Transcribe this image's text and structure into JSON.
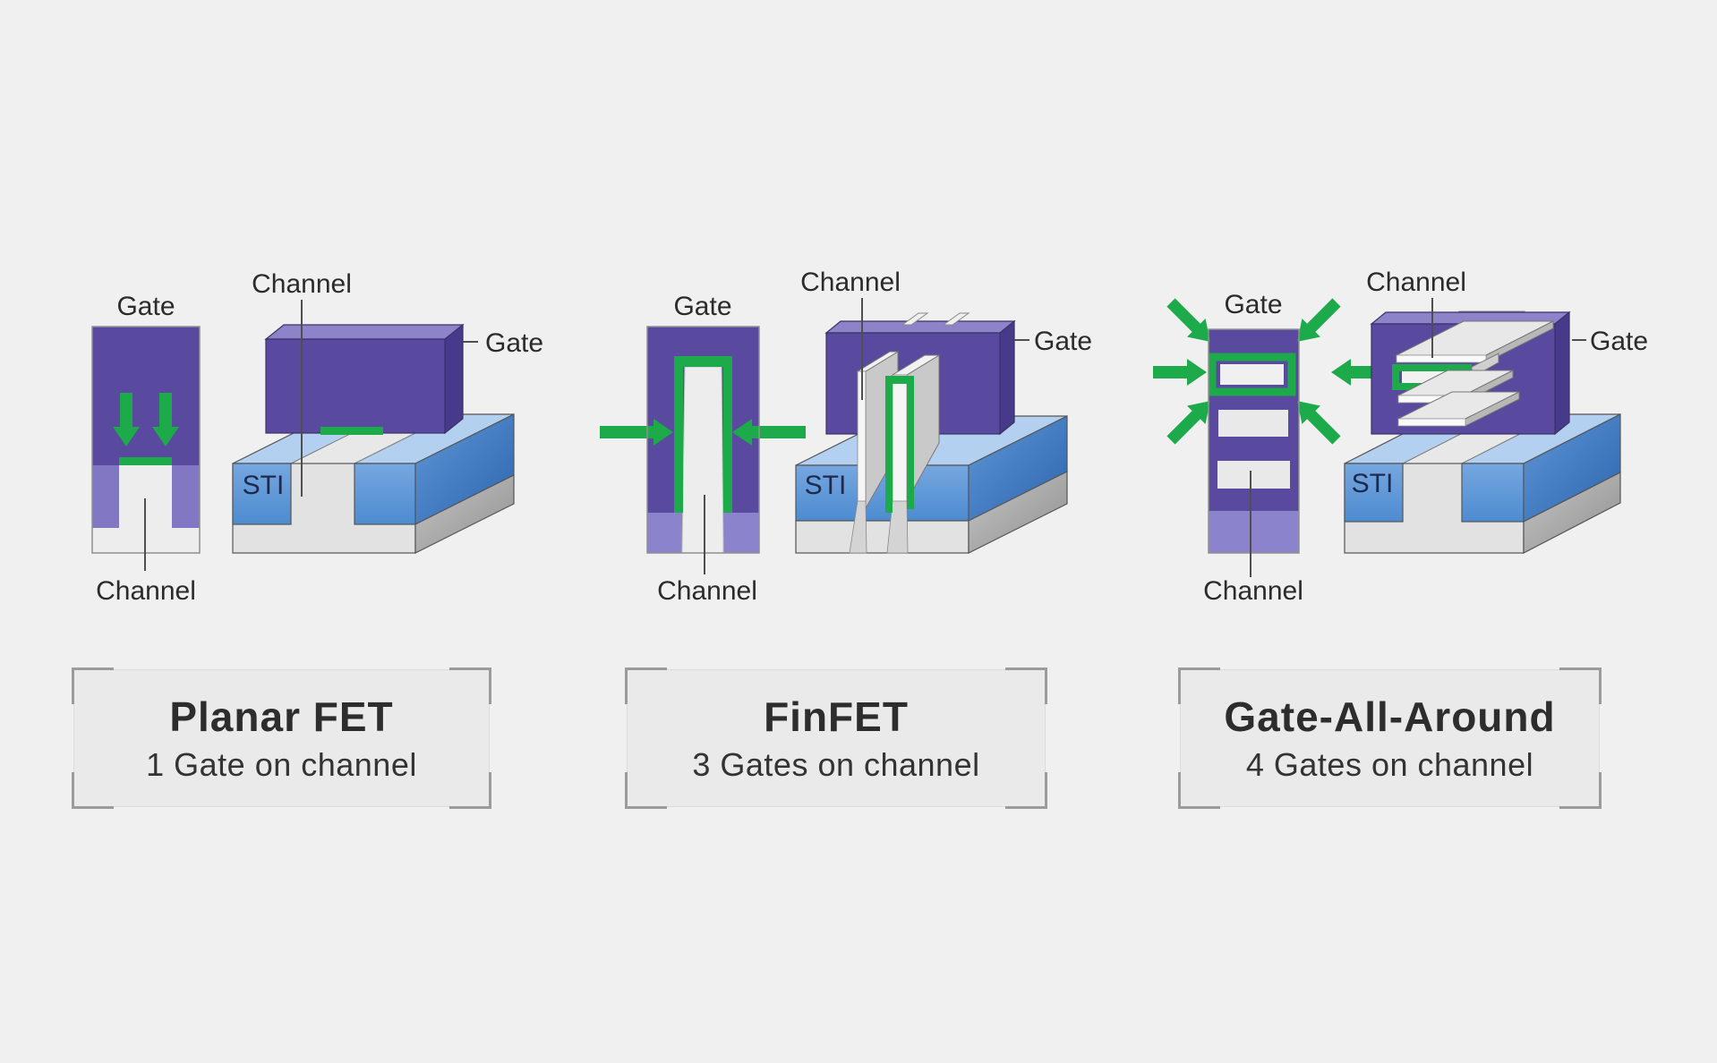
{
  "colors": {
    "background": "#f0f0f0",
    "gate_purple": "#5a4a9f",
    "gate_purple_top": "#8d83c9",
    "gate_purple_side": "#483a8a",
    "spacer_purple": "#8177c2",
    "base_purple": "#8b83cb",
    "sti_blue_top": "#b3d0f0",
    "channel_gray": "#ededed",
    "accent_green": "#1caa4a",
    "label_text": "#2b2b2b",
    "sti_text": "#1d2a4d",
    "caption_bg": "#eaeaea",
    "bracket_gray": "#9b9b9b"
  },
  "panels": [
    {
      "title": "Planar FET",
      "subtitle": "1 Gate on channel",
      "labels": {
        "gate": "Gate",
        "channel_top": "Channel",
        "gate_3d": "Gate",
        "sti": "STI",
        "channel_bottom": "Channel"
      }
    },
    {
      "title": "FinFET",
      "subtitle": "3 Gates on channel",
      "labels": {
        "gate": "Gate",
        "channel_top": "Channel",
        "gate_3d": "Gate",
        "sti": "STI",
        "channel_bottom": "Channel"
      }
    },
    {
      "title": "Gate-All-Around",
      "subtitle": "4 Gates on channel",
      "labels": {
        "gate": "Gate",
        "channel_top": "Channel",
        "gate_3d": "Gate",
        "sti": "STI",
        "channel_bottom": "Channel"
      }
    }
  ]
}
